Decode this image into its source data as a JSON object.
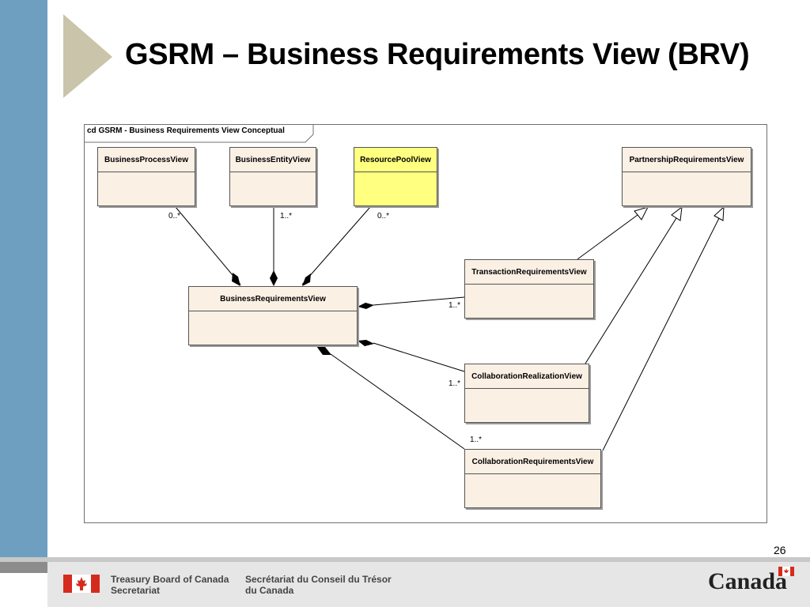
{
  "slide": {
    "title": "GSRM – Business Requirements View (BRV)",
    "page_number": "26"
  },
  "diagram": {
    "frame_label": "cd GSRM - Business Requirements View Conceptual",
    "classes": {
      "business_process_view": "BusinessProcessView",
      "business_entity_view": "BusinessEntityView",
      "resource_pool_view": "ResourcePoolView",
      "partnership_requirements_view": "PartnershipRequirementsView",
      "transaction_requirements_view": "TransactionRequirementsView",
      "business_requirements_view": "BusinessRequirementsView",
      "collaboration_realization_view": "CollaborationRealizationView",
      "collaboration_requirements_view": "CollaborationRequirementsView"
    },
    "multiplicities": {
      "business_process": "0..*",
      "business_entity": "1..*",
      "resource_pool": "0..*",
      "transaction": "1..*",
      "collaboration_realization": "1..*",
      "collaboration_requirements": "1..*"
    },
    "colors": {
      "class_fill": "#fbf0e4",
      "highlight_fill": "#ffff80"
    }
  },
  "footer": {
    "dept_en_line1": "Treasury Board of Canada",
    "dept_en_line2": "Secretariat",
    "dept_fr_line1": "Secrétariat du Conseil du Trésor",
    "dept_fr_line2": "du Canada",
    "wordmark": "Canada",
    "flag_icon": "canada-flag-icon"
  }
}
